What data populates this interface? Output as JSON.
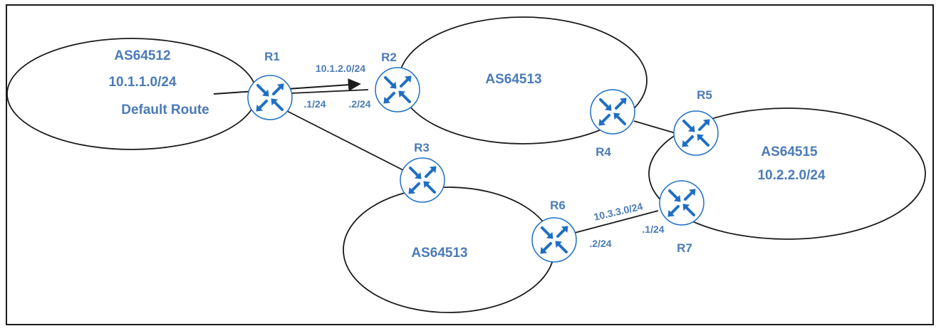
{
  "colors": {
    "text": "#4a7bb7",
    "router_arrows": "#1f6fc4",
    "lines": "#1a1a1a"
  },
  "autonomous_systems": [
    {
      "id": "as-left",
      "name": "AS64512",
      "network": "10.1.1.0/24",
      "note": "Default Route"
    },
    {
      "id": "as-top",
      "name": "AS64513"
    },
    {
      "id": "as-bottom",
      "name": "AS64513"
    },
    {
      "id": "as-right",
      "name": "AS64515",
      "network": "10.2.2.0/24"
    }
  ],
  "routers": [
    {
      "id": "r1",
      "label": "R1"
    },
    {
      "id": "r2",
      "label": "R2"
    },
    {
      "id": "r3",
      "label": "R3"
    },
    {
      "id": "r4",
      "label": "R4"
    },
    {
      "id": "r5",
      "label": "R5"
    },
    {
      "id": "r6",
      "label": "R6"
    },
    {
      "id": "r7",
      "label": "R7"
    }
  ],
  "links": {
    "r1_r2": {
      "subnet": "10.1.2.0/24",
      "r1_addr": ".1/24",
      "r2_addr": ".2/24"
    },
    "r6_r7": {
      "subnet": "10.3.3.0/24",
      "r6_addr": ".2/24",
      "r7_addr": ".1/24"
    }
  }
}
